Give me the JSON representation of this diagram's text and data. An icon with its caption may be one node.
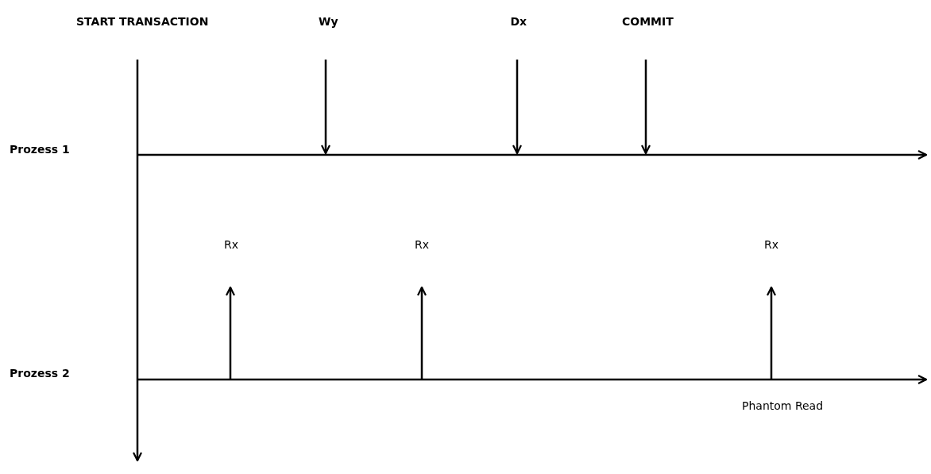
{
  "diagram": {
    "labels": [
      "START TRANSACTION",
      "Wy",
      "Dx",
      "COMMIT",
      "Prozess 1",
      "Rx",
      "Rx",
      "Rx",
      "Prozess 2",
      "Phantom Read"
    ]
  }
}
